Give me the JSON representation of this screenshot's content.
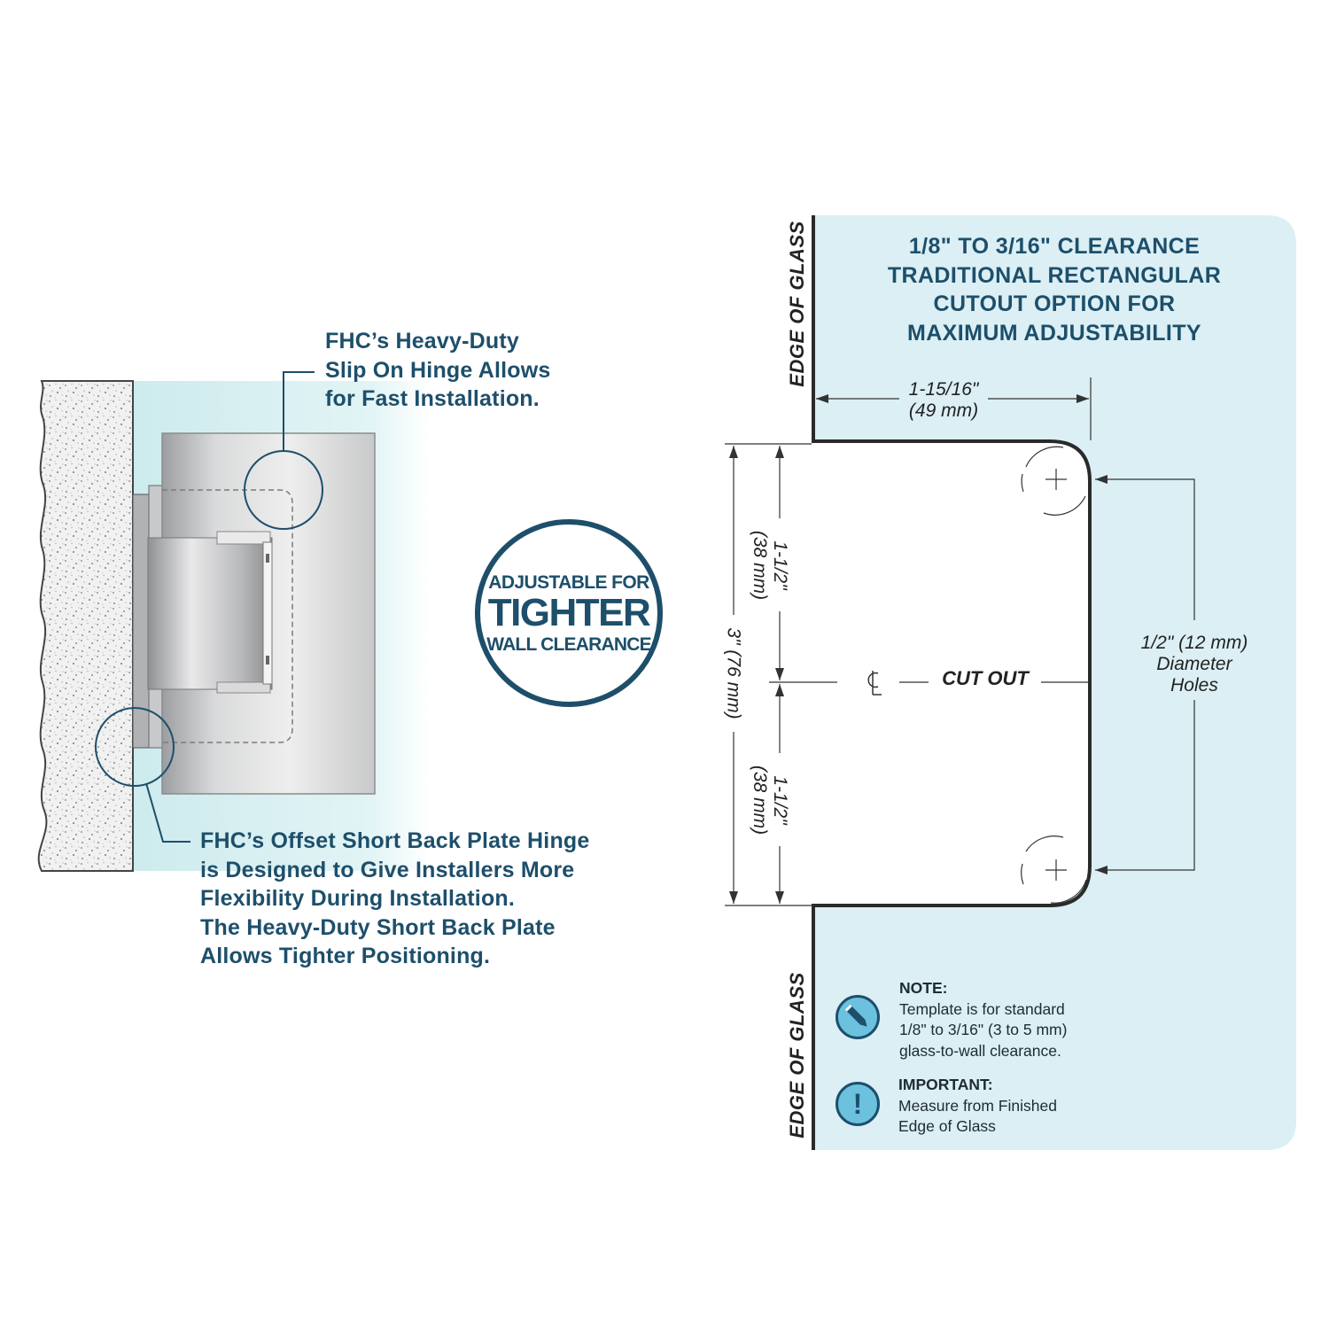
{
  "colors": {
    "navy": "#1d4f6b",
    "panel_blue": "#dbeff4",
    "glass_tint": "#d9f1f4",
    "icon_fill": "#6cc1df",
    "line_dark": "#2a2a2a"
  },
  "callouts": {
    "top": [
      "FHC’s Heavy-Duty",
      "Slip On Hinge Allows",
      "for Fast Installation."
    ],
    "bottom": [
      "FHC’s Offset Short Back Plate Hinge",
      "is Designed to Give Installers More",
      "Flexibility During Installation.",
      "The Heavy-Duty Short Back Plate",
      "Allows Tighter Positioning."
    ]
  },
  "badge": {
    "line1": "ADJUSTABLE FOR",
    "line2": "TIGHTER",
    "line3": "WALL CLEARANCE"
  },
  "template": {
    "heading": [
      "1/8\" TO 3/16\" CLEARANCE",
      "TRADITIONAL RECTANGULAR",
      "CUTOUT OPTION FOR",
      "MAXIMUM ADJUSTABILITY"
    ],
    "edge_of_glass_top": "EDGE OF GLASS",
    "edge_of_glass_bottom": "EDGE OF GLASS",
    "width_dim": {
      "imperial": "1-15/16\"",
      "metric": "(49 mm)"
    },
    "total_height_dim": "3\" (76 mm)",
    "upper_half_dim": {
      "imperial": "1-1/2\"",
      "metric": "(38 mm)"
    },
    "lower_half_dim": {
      "imperial": "1-1/2\"",
      "metric": "(38 mm)"
    },
    "centerline_symbol": "CL",
    "cutout_label": "CUT OUT",
    "hole_dim": [
      "1/2\" (12 mm)",
      "Diameter",
      "Holes"
    ],
    "note": {
      "title": "NOTE:",
      "lines": [
        "Template is for standard",
        "1/8\" to 3/16\" (3 to 5 mm)",
        "glass-to-wall clearance."
      ],
      "icon": "pencil-icon"
    },
    "important": {
      "title": "IMPORTANT:",
      "lines": [
        "Measure from Finished",
        "Edge of Glass"
      ],
      "icon": "exclamation-icon"
    }
  }
}
